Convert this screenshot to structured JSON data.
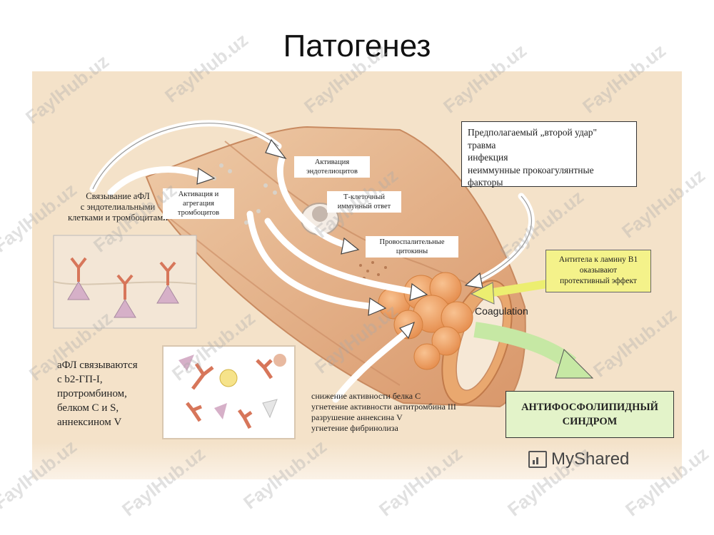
{
  "title": "Патогенез",
  "labels": {
    "binding_afl_lines": [
      "Связывание аФЛ",
      "с эндотелиальными",
      "клетками и тромбоцитами"
    ],
    "platelet_activation_lines": [
      "Активация и",
      "агрегация",
      "тромбоцитов"
    ],
    "endothelial_activation_lines": [
      "Активация",
      "эндотелиоцитов"
    ],
    "t_cell_lines": [
      "Т-клеточный",
      "иммунный ответ"
    ],
    "proinflammatory_lines": [
      "Провоспалительные",
      "цитокины"
    ],
    "second_hit_lines": [
      "Предполагаемый „второй удар\"",
      "травма",
      "инфекция",
      "неиммунные прокоагулянтные",
      "факторы"
    ],
    "antibodies_lines": [
      "Антитела к ламину B1",
      "оказывают",
      "протективный эффект"
    ],
    "coagulation": "Coagulation",
    "afl_binds_lines": [
      "аФЛ связываются",
      "с b2-ГП-I,",
      "протромбином,",
      "белком C и S,",
      "аннексином V"
    ],
    "mechanisms_lines": [
      "снижение активности белка C",
      "угнетение активности антитромбина III",
      "разрушение аннексина V",
      "угнетение фибринолиза"
    ],
    "syndrome_lines": [
      "АНТИФОСФОЛИПИДНЫЙ",
      "СИНДРОМ"
    ]
  },
  "watermark": "FaylHub.uz",
  "brand": "MyShared",
  "colors": {
    "background": "#f4e2c9",
    "vessel": "#e6b68e",
    "clot": "#f0a86a",
    "antibodies_box": "#f4f28a",
    "syndrome_box": "#e3f3c9",
    "green_arrow": "#c6e8a4",
    "yellow_arrow": "#ecee70"
  }
}
